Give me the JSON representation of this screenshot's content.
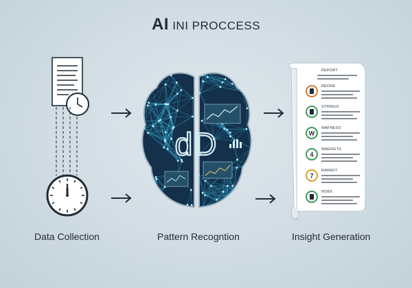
{
  "title": {
    "prefix": "AI",
    "rest": "INI PROCCESS"
  },
  "stages": [
    {
      "label": "Data Collection"
    },
    {
      "label": "Pattern Recogntion"
    },
    {
      "label": "Insight Generation"
    }
  ],
  "brain": {
    "glyph": "dD"
  },
  "report": {
    "header": "REPORT",
    "items": [
      {
        "icon": "person-icon",
        "text": "REOHE",
        "color": "#d9772a"
      },
      {
        "icon": "scale-icon",
        "text": "STRNGIS",
        "color": "#3a9b55"
      },
      {
        "icon": "w-badge-icon",
        "text": "WAFNESS",
        "glyph": "W",
        "color": "#3a9b55"
      },
      {
        "icon": "four-badge-icon",
        "text": "WAENGTS",
        "glyph": "4",
        "color": "#3a9b55"
      },
      {
        "icon": "seven-badge-icon",
        "text": "RAREKT",
        "glyph": "7",
        "color": "#d9a02a"
      },
      {
        "icon": "calculator-icon",
        "text": "RDBX",
        "color": "#3a9b55"
      }
    ]
  },
  "colors": {
    "brain_bg": "#14304a",
    "brain_network": "#3fc3e8",
    "outline": "#1f2a33"
  }
}
